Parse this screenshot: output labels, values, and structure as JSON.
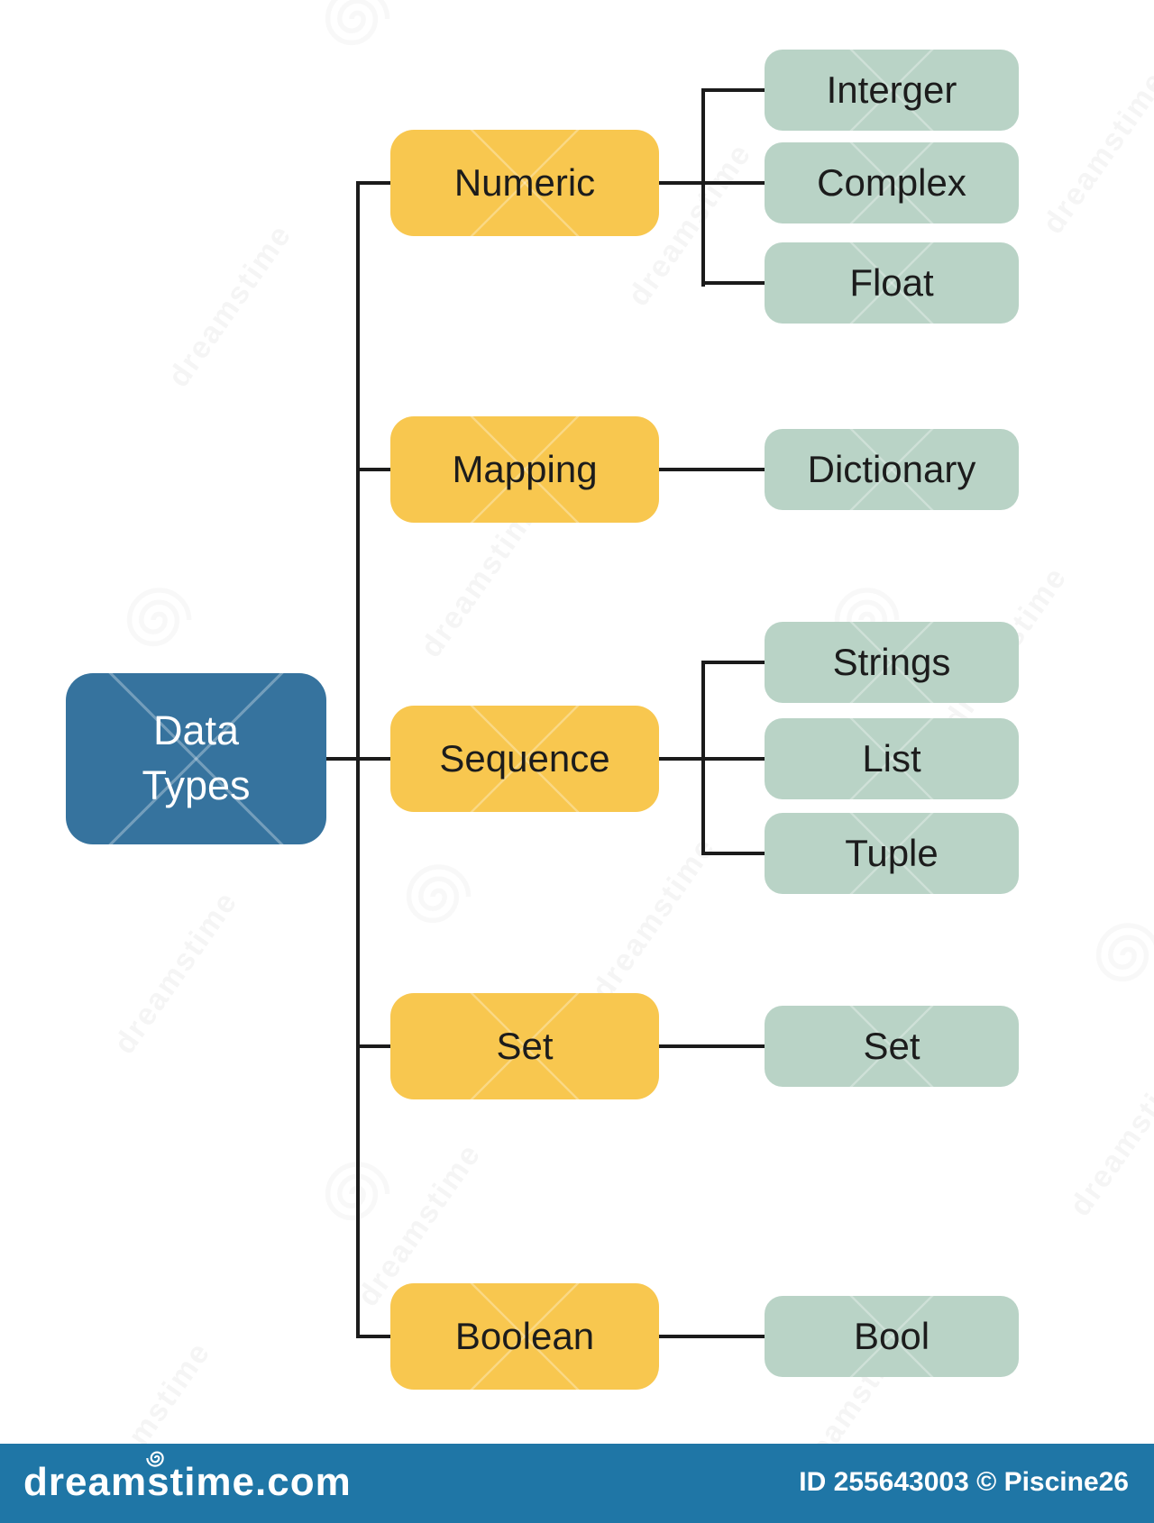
{
  "diagram": {
    "root": {
      "label": "Data Types"
    },
    "categories": [
      {
        "label": "Numeric",
        "children": [
          "Interger",
          "Complex",
          "Float"
        ]
      },
      {
        "label": "Mapping",
        "children": [
          "Dictionary"
        ]
      },
      {
        "label": "Sequence",
        "children": [
          "Strings",
          "List",
          "Tuple"
        ]
      },
      {
        "label": "Set",
        "children": [
          "Set"
        ]
      },
      {
        "label": "Boolean",
        "children": [
          "Bool"
        ]
      }
    ]
  },
  "colors": {
    "root_fill": "#36739E",
    "category_fill": "#F8C74F",
    "type_fill": "#B9D3C6",
    "connector": "#1B1B1B",
    "footer_bar": "#1F76A6",
    "background": "#FFFFFF"
  },
  "footer": {
    "site": "dreamstime.com",
    "credit": "ID 255643003 © Piscine26"
  },
  "watermark": {
    "text": "dreamstime"
  }
}
